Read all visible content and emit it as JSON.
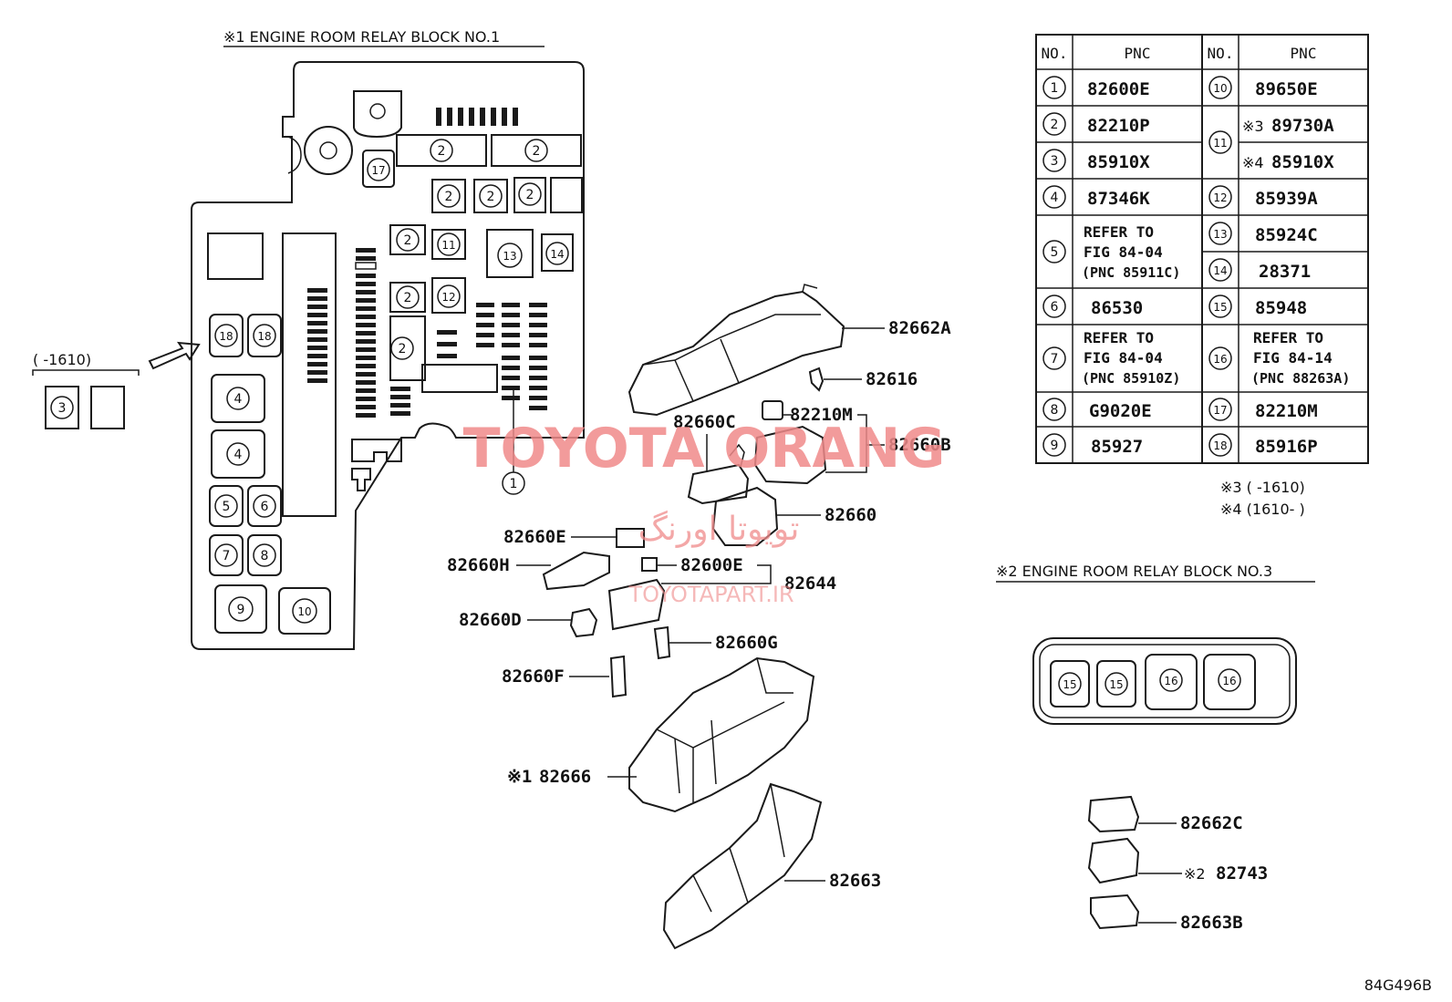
{
  "block1": {
    "title": "※1 ENGINE ROOM RELAY BLOCK  NO.1",
    "side_range": "(      -1610)",
    "side_item": "3",
    "relay_numbers": {
      "r2a": "2",
      "r2b": "2",
      "r17": "17",
      "r2c": "2",
      "r2d": "2",
      "r2e": "2",
      "r2f": "2",
      "r11": "11",
      "r13": "13",
      "r14": "14",
      "r2g": "2",
      "r12": "12",
      "r2h": "2",
      "r18a": "18",
      "r18b": "18",
      "r4a": "4",
      "r4b": "4",
      "r5": "5",
      "r6": "6",
      "r7": "7",
      "r8": "8",
      "r9": "9",
      "r10": "10",
      "r1": "1"
    }
  },
  "parts": {
    "p82662A": "82662A",
    "p82616": "82616",
    "p82210M": "82210M",
    "p82660C": "82660C",
    "p82660B": "82660B",
    "p82660": "82660",
    "p82660E": "82660E",
    "p82660H": "82660H",
    "p82600E": "82600E",
    "p82644": "82644",
    "p82660D": "82660D",
    "p82660G": "82660G",
    "p82660F": "82660F",
    "p82666_mark": "※1",
    "p82666": "82666",
    "p82663": "82663",
    "p82662C": "82662C",
    "p82743_mark": "※2",
    "p82743": "82743",
    "p82663B": "82663B"
  },
  "table": {
    "headers": [
      "NO.",
      "PNC",
      "NO.",
      "PNC"
    ],
    "left": [
      {
        "no": "1",
        "pnc": "82600E"
      },
      {
        "no": "2",
        "pnc": "82210P"
      },
      {
        "no": "3",
        "pnc": "85910X"
      },
      {
        "no": "4",
        "pnc": "87346K"
      },
      {
        "no": "5",
        "l1": "REFER TO",
        "l2": "FIG 84-04",
        "l3": "(PNC 85911C)"
      },
      {
        "no": "6",
        "pnc": "86530"
      },
      {
        "no": "7",
        "l1": "REFER TO",
        "l2": "FIG 84-04",
        "l3": "(PNC 85910Z)"
      },
      {
        "no": "8",
        "pnc": "G9020E"
      },
      {
        "no": "9",
        "pnc": "85927"
      }
    ],
    "right": [
      {
        "no": "10",
        "pnc": "89650E"
      },
      {
        "no": "11",
        "m1": "※3",
        "pnc1": "89730A",
        "m2": "※4",
        "pnc2": "85910X"
      },
      {
        "no": "12",
        "pnc": "85939A"
      },
      {
        "no": "13",
        "pnc": "85924C"
      },
      {
        "no": "14",
        "pnc": "28371"
      },
      {
        "no": "15",
        "pnc": "85948"
      },
      {
        "no": "16",
        "l1": "REFER TO",
        "l2": "FIG 84-14",
        "l3": "(PNC 88263A)"
      },
      {
        "no": "17",
        "pnc": "82210M"
      },
      {
        "no": "18",
        "pnc": "85916P"
      }
    ]
  },
  "notes": {
    "n3": "※3 (      -1610)",
    "n4": "※4 (1610-      )"
  },
  "block3": {
    "title": "※2 ENGINE ROOM RELAY BLOCK  NO.3",
    "relays": [
      "15",
      "15",
      "16",
      "16"
    ]
  },
  "watermark": {
    "brand": "TOYOTA ORANG",
    "persian": "تویوتا اورنگ",
    "url": "TOYOTAPART.IR"
  },
  "figure_code": "84G496B"
}
